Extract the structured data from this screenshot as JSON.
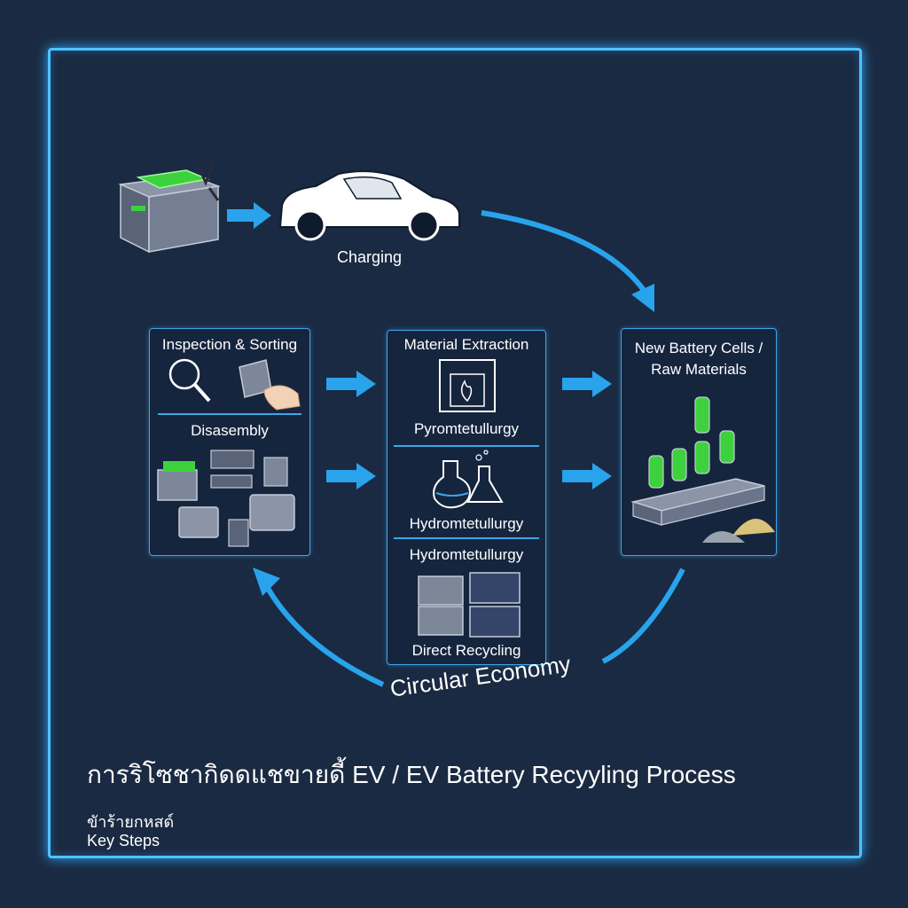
{
  "top": {
    "charging_label": "Charging"
  },
  "stages": {
    "inspection_label": "Inspection & Sorting",
    "disassembly_label": "Disasembly",
    "extraction_label": "Material Extraction",
    "pyro_label": "Pyromtetullurgy",
    "hydro_label_1": "Hydromtetullurgy",
    "hydro_label_2": "Hydromtetullurgy",
    "direct_label": "Direct Recycling",
    "output_label": "New Battery Cells /\nRaw Materials"
  },
  "cycle_label": "Circular Economy",
  "footer": {
    "title": "การริโซชากิดดแชขายดี้ EV / EV Battery Recyyling Process",
    "subtitle_thai": "ขัาร้ายกหสด์",
    "subtitle": "Key Steps"
  },
  "colors": {
    "background": "#1a2a42",
    "accent_blue": "#2ea8ff",
    "battery_green": "#3ed13e",
    "arrow_blue": "#29a3ec"
  },
  "icons": [
    "battery-pack-icon",
    "car-icon",
    "magnifier-icon",
    "hand-sorting-icon",
    "battery-parts-icon",
    "furnace-icon",
    "flask-icon",
    "modules-icon",
    "conveyor-cells-icon",
    "raw-material-piles-icon"
  ]
}
